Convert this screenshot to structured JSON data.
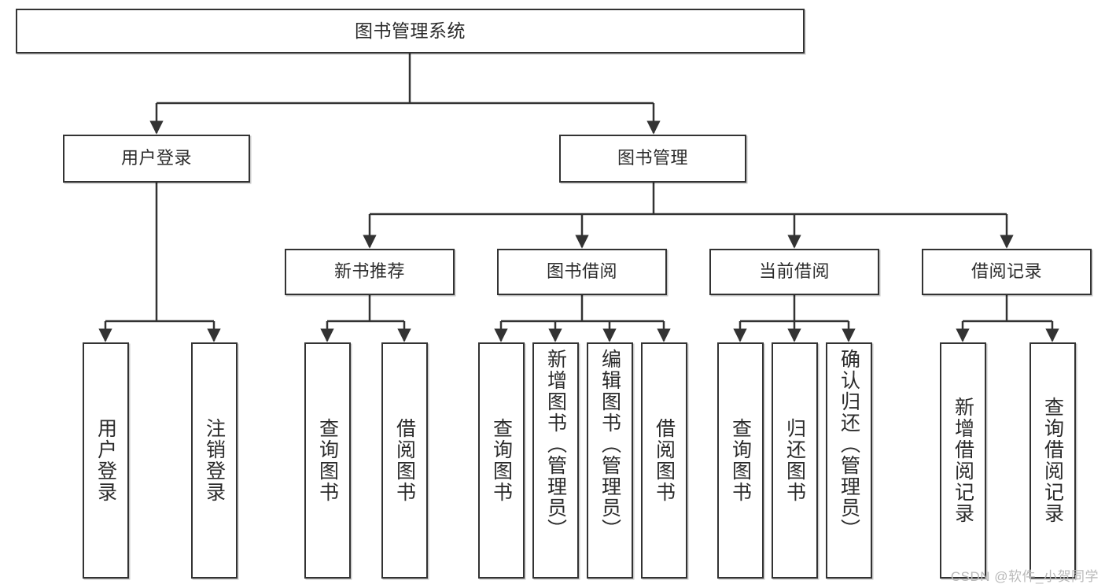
{
  "diagram": {
    "type": "tree-hierarchy-functional-decomposition",
    "root": {
      "label": "图书管理系统"
    },
    "level2": [
      {
        "label": "用户登录"
      },
      {
        "label": "图书管理"
      }
    ],
    "level3": [
      {
        "label": "新书推荐"
      },
      {
        "label": "图书借阅"
      },
      {
        "label": "当前借阅"
      },
      {
        "label": "借阅记录"
      }
    ],
    "leaves": {
      "user_login": [
        {
          "label": "用户登录"
        },
        {
          "label": "注销登录"
        }
      ],
      "new_book_recommend": [
        {
          "label": "查询图书"
        },
        {
          "label": "借阅图书"
        }
      ],
      "book_borrow": [
        {
          "label": "查询图书"
        },
        {
          "label": "新增图书（管理员）"
        },
        {
          "label": "编辑图书（管理员）"
        },
        {
          "label": "借阅图书"
        }
      ],
      "current_borrow": [
        {
          "label": "查询图书"
        },
        {
          "label": "归还图书"
        },
        {
          "label": "确认归还（管理员）"
        }
      ],
      "borrow_record": [
        {
          "label": "新增借阅记录"
        },
        {
          "label": "查询借阅记录"
        }
      ]
    }
  },
  "watermark": {
    "text": "CSDN @软件_小贺同学"
  },
  "colors": {
    "stroke": "#333333",
    "text": "#2b2b2b",
    "background": "#ffffff",
    "watermark": "#b9b9b9"
  }
}
